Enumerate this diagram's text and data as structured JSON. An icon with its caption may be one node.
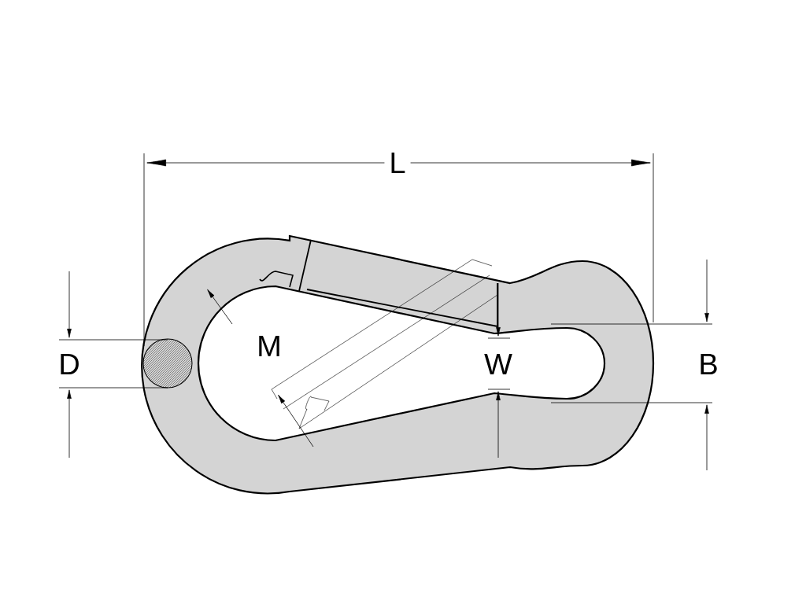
{
  "diagram": {
    "labels": [
      "L",
      "M",
      "D",
      "W",
      "B"
    ]
  }
}
